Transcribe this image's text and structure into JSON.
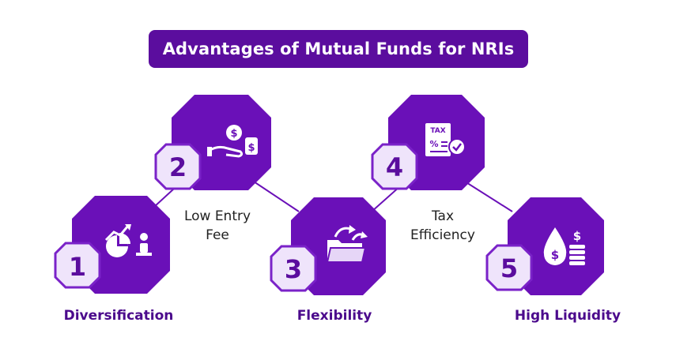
{
  "title": "Advantages of Mutual Funds for NRIs",
  "steps": [
    {
      "number": "1",
      "label": "Diversification",
      "icon": "pie-chart-growth-icon"
    },
    {
      "number": "2",
      "label_line1": "Low Entry",
      "label_line2": "Fee",
      "icon": "hand-money-tag-icon"
    },
    {
      "number": "3",
      "label": "Flexibility",
      "icon": "folder-arrows-icon"
    },
    {
      "number": "4",
      "label_line1": "Tax",
      "label_line2": "Efficiency",
      "icon": "tax-document-icon"
    },
    {
      "number": "5",
      "label": "High Liquidity",
      "icon": "liquid-money-coins-icon"
    }
  ],
  "colors": {
    "primary": "#5b0d9e",
    "octagon": "#6a10b8",
    "badge_fill": "#efe4fb",
    "badge_stroke": "#7a22c8",
    "connector": "#6a10b8",
    "label_accent": "#4b0a8c"
  }
}
